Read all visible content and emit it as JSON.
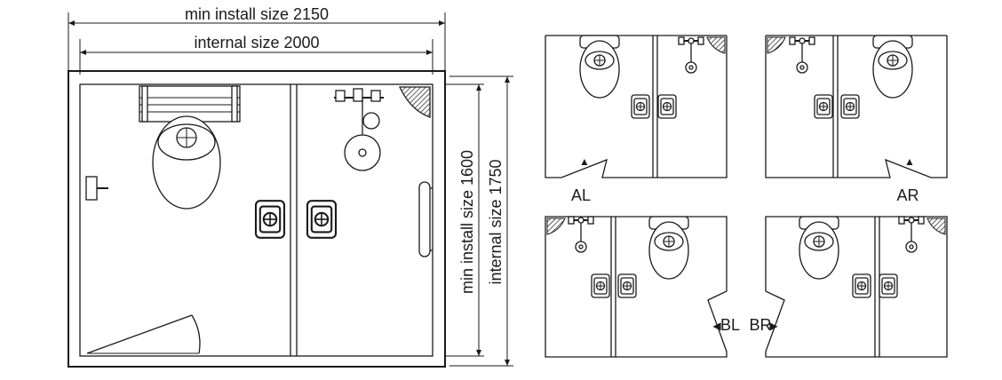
{
  "dimensions": {
    "min_install_width": "min install size 2150",
    "internal_width": "internal size 2000",
    "min_install_height": "min install size 1600",
    "internal_height": "internal size 1750"
  },
  "variants": {
    "al": "AL",
    "ar": "AR",
    "bl": "BL",
    "br": "BR"
  }
}
